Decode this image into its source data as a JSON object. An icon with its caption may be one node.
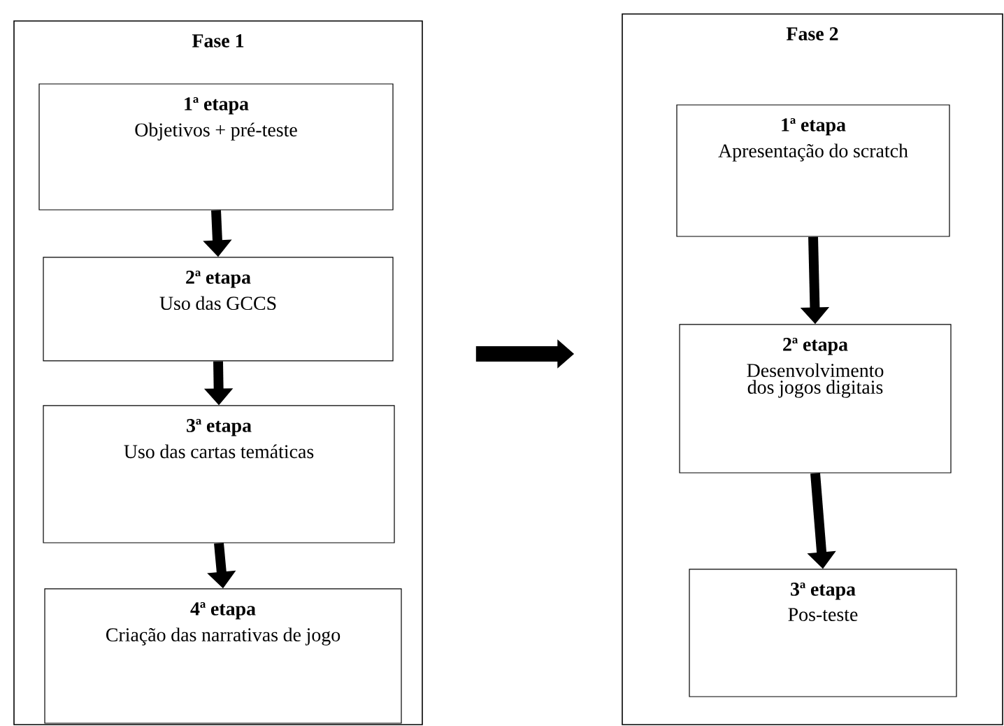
{
  "diagram": {
    "nodes": [
      {
        "text": [
          "Fase 1"
        ]
      },
      {
        "text": [
          "1ª etapa",
          "Objetivos + pré-teste"
        ],
        "in": 0
      },
      {
        "text": [
          "2ª etapa",
          "Uso das GCCS"
        ],
        "in": 0
      },
      {
        "text": [
          "3ª etapa",
          "Uso das cartas temáticas"
        ],
        "in": 0
      },
      {
        "text": [
          "4ª etapa",
          "Criação das narrativas de jogo"
        ],
        "in": 0
      },
      {
        "text": [
          "Fase 2"
        ]
      },
      {
        "text": [
          "1ª etapa",
          "Apresentação do scratch"
        ],
        "in": 5
      },
      {
        "text": [
          "2ª etapa",
          "Desenvolvimento dos jogos digitais"
        ],
        "in": 5
      },
      {
        "text": [
          "3ª etapa",
          "Pos-teste"
        ],
        "in": 5
      }
    ],
    "edges": [
      {
        "from": 1,
        "to": 2,
        "arrow": "to"
      },
      {
        "from": 2,
        "to": 3,
        "arrow": "to"
      },
      {
        "from": 3,
        "to": 4,
        "arrow": "to"
      },
      {
        "from": 0,
        "to": 5,
        "arrow": "to"
      },
      {
        "from": 6,
        "to": 7,
        "arrow": "to"
      },
      {
        "from": 7,
        "to": 8,
        "arrow": "to"
      }
    ]
  }
}
